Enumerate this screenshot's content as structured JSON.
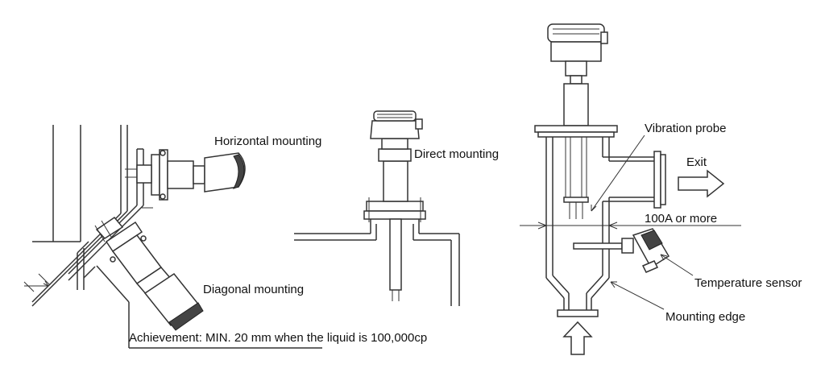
{
  "labels": {
    "horizontal": "Horizontal mounting",
    "diagonal": "Diagonal mounting",
    "direct": "Direct mounting",
    "vibration": "Vibration probe",
    "exit": "Exit",
    "size": "100A or more",
    "temperature": "Temperature sensor",
    "edge": "Mounting edge",
    "achievement": "Achievement: MIN. 20 mm when the liquid is 100,000cp"
  }
}
